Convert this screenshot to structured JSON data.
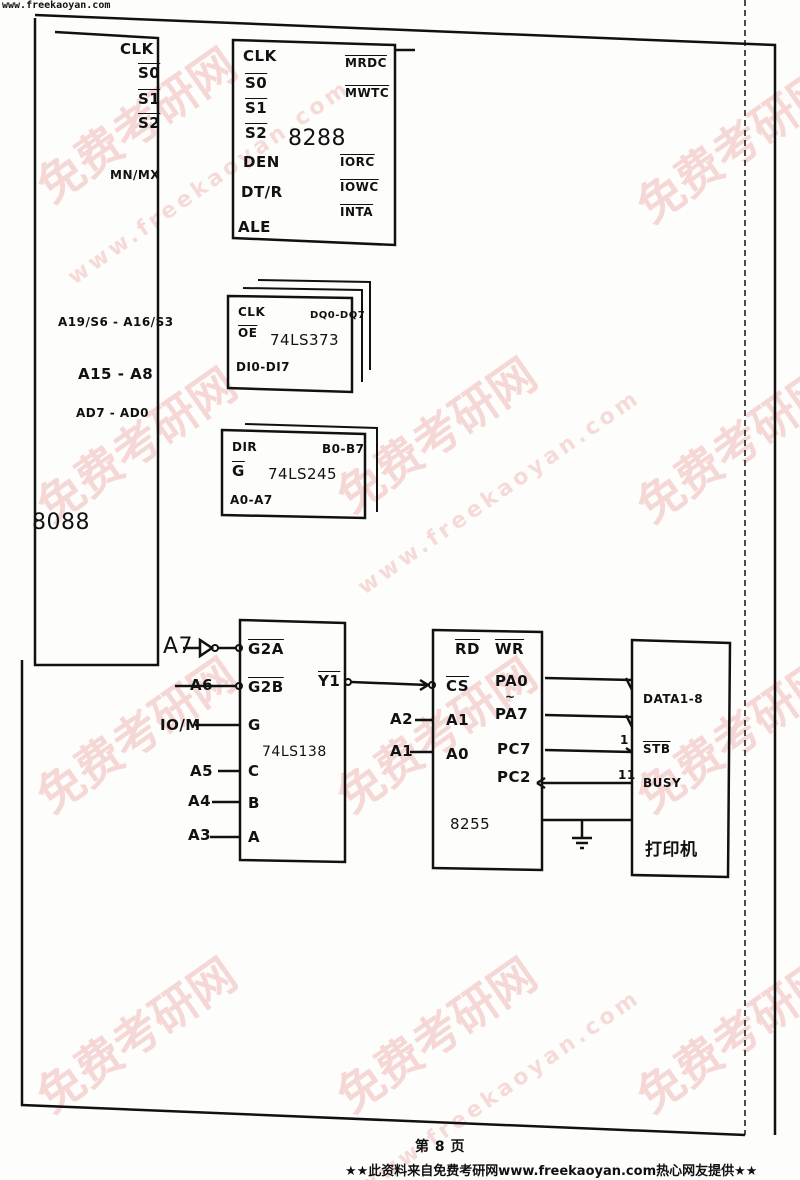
{
  "header": {
    "site": "www.freekaoyan.com"
  },
  "watermark": {
    "cn": "免费考研网",
    "url": "www.freekaoyan.com"
  },
  "cpu": {
    "name": "8088",
    "pins": [
      "CLK",
      "S0",
      "S1",
      "S2",
      "MN/MX",
      "A19/S6 - A16/S3",
      "A15 - A8",
      "AD7 - AD0"
    ]
  },
  "bus_controller": {
    "name": "8288",
    "left": [
      "CLK",
      "S0",
      "S1",
      "S2",
      "DEN",
      "DT/R",
      "ALE"
    ],
    "right": [
      "MRDC",
      "MWTC",
      "IORC",
      "IOWC",
      "INTA"
    ]
  },
  "latch": {
    "name": "74LS373",
    "pins": [
      "CLK",
      "OE",
      "DQ0-DQ7",
      "DI0-DI7"
    ]
  },
  "transceiver": {
    "name": "74LS245",
    "pins": [
      "DIR",
      "G",
      "B0-B7",
      "A0-A7"
    ]
  },
  "decoder": {
    "name": "74LS138",
    "inputs": [
      "A7",
      "A6",
      "IO/M",
      "A5",
      "A4",
      "A3"
    ],
    "pins": [
      "G2A",
      "G2B",
      "G",
      "C",
      "B",
      "A",
      "Y1"
    ]
  },
  "ppi": {
    "name": "8255",
    "pins": [
      "RD",
      "WR",
      "CS",
      "A1",
      "A0",
      "PA0",
      "~",
      "PA7",
      "PC7",
      "PC2"
    ],
    "inputs": [
      "A2",
      "A1"
    ]
  },
  "printer": {
    "name": "打印机",
    "pins": [
      "DATA1-8",
      "STB",
      "BUSY"
    ],
    "marks": [
      "1",
      "11"
    ]
  },
  "footer": {
    "page": "第 8 页",
    "note": "★★此资料来自免费考研网www.freekaoyan.com热心网友提供★★"
  }
}
